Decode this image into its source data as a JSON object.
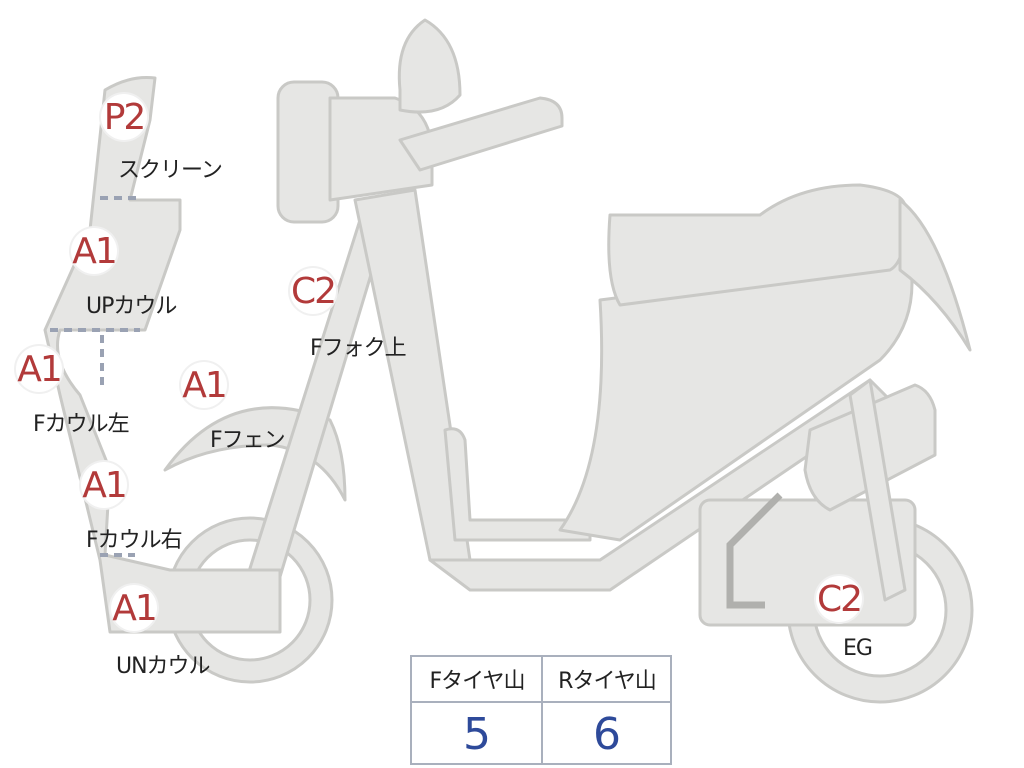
{
  "parts": [
    {
      "key": "screen",
      "code": "P2",
      "label": "スクリーン"
    },
    {
      "key": "up_cowl",
      "code": "A1",
      "label": "UPカウル"
    },
    {
      "key": "f_cowl_left",
      "code": "A1",
      "label": "Fカウル左"
    },
    {
      "key": "f_fender",
      "code": "A1",
      "label": "Fフェン"
    },
    {
      "key": "f_fork_up",
      "code": "C2",
      "label": "Fフォク上"
    },
    {
      "key": "f_cowl_right",
      "code": "A1",
      "label": "Fカウル右"
    },
    {
      "key": "un_cowl",
      "code": "A1",
      "label": "UNカウル"
    },
    {
      "key": "eg",
      "code": "C2",
      "label": "EG"
    }
  ],
  "tire_tread": {
    "front_label": "Fタイヤ山",
    "rear_label": "Rタイヤ山",
    "front_value": "5",
    "rear_value": "6"
  },
  "colors": {
    "body_fill": "#e6e6e4",
    "body_stroke": "#c9c9c6",
    "code_text": "#b23a3a",
    "value_text": "#2e4a9a",
    "table_border": "#a9b0bd"
  }
}
